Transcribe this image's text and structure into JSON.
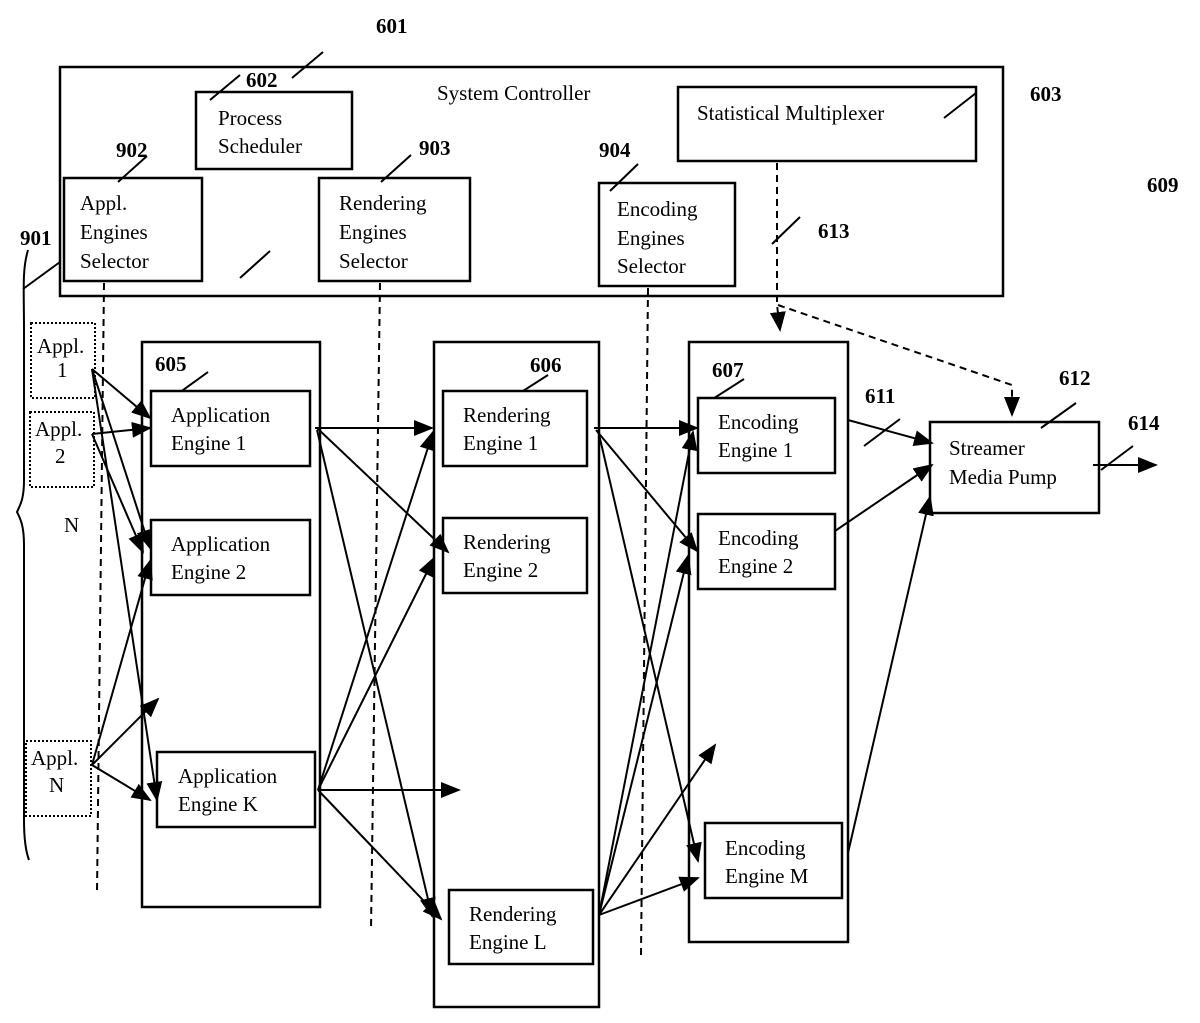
{
  "diagram": {
    "system_controller": {
      "ref": "601",
      "title": "System Controller",
      "process_scheduler": {
        "ref": "602",
        "line1": "Process",
        "line2": "Scheduler"
      },
      "statistical_multiplexer": {
        "ref": "603",
        "label": "Statistical Multiplexer"
      },
      "appl_engines_selector": {
        "ref": "902",
        "line1": "Appl.",
        "line2": "Engines",
        "line3": "Selector"
      },
      "rendering_engines_selector": {
        "ref": "903",
        "line1": "Rendering",
        "line2": "Engines",
        "line3": "Selector"
      },
      "encoding_engines_selector": {
        "ref": "904",
        "line1": "Encoding",
        "line2": "Engines",
        "line3": "Selector"
      }
    },
    "refs": {
      "r609": "609",
      "r613": "613",
      "r901": "901",
      "r611": "611",
      "r612": "612",
      "r614": "614"
    },
    "applications": {
      "count_label": "N",
      "items": [
        {
          "line1": "Appl.",
          "line2": "1"
        },
        {
          "line1": "Appl.",
          "line2": "2"
        },
        {
          "line1": "Appl.",
          "line2": "N"
        }
      ]
    },
    "application_engines": {
      "ref": "605",
      "items": [
        {
          "line1": "Application",
          "line2": "Engine 1"
        },
        {
          "line1": "Application",
          "line2": "Engine 2"
        },
        {
          "line1": "Application",
          "line2": "Engine K"
        }
      ]
    },
    "rendering_engines": {
      "ref": "606",
      "items": [
        {
          "line1": "Rendering",
          "line2": "Engine 1"
        },
        {
          "line1": "Rendering",
          "line2": "Engine 2"
        },
        {
          "line1": "Rendering",
          "line2": "Engine L"
        }
      ]
    },
    "encoding_engines": {
      "ref": "607",
      "items": [
        {
          "line1": "Encoding",
          "line2": "Engine 1"
        },
        {
          "line1": "Encoding",
          "line2": "Engine 2"
        },
        {
          "line1": "Encoding",
          "line2": "Engine M"
        }
      ]
    },
    "streamer": {
      "line1": "Streamer",
      "line2": "Media Pump"
    }
  }
}
